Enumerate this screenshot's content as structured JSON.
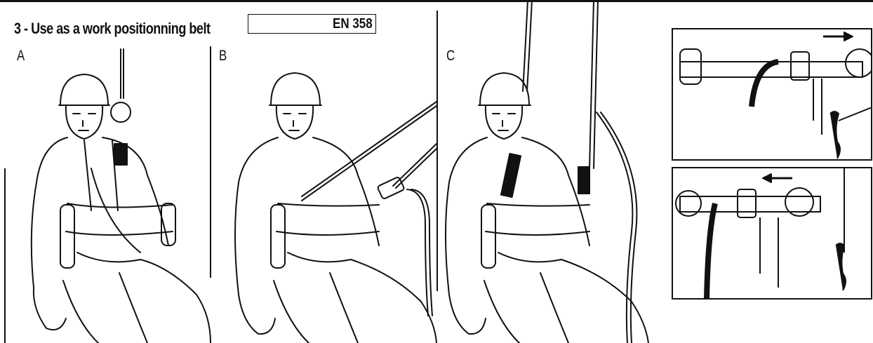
{
  "header": {
    "title": "3 - Use as a work positionning belt",
    "standard": "EN 358"
  },
  "panels": [
    {
      "label": "A"
    },
    {
      "label": "B"
    },
    {
      "label": "C"
    }
  ],
  "insets": [
    {
      "direction": "right",
      "arrow_icon": "arrow-right-icon"
    },
    {
      "direction": "left",
      "arrow_icon": "arrow-left-icon"
    }
  ]
}
